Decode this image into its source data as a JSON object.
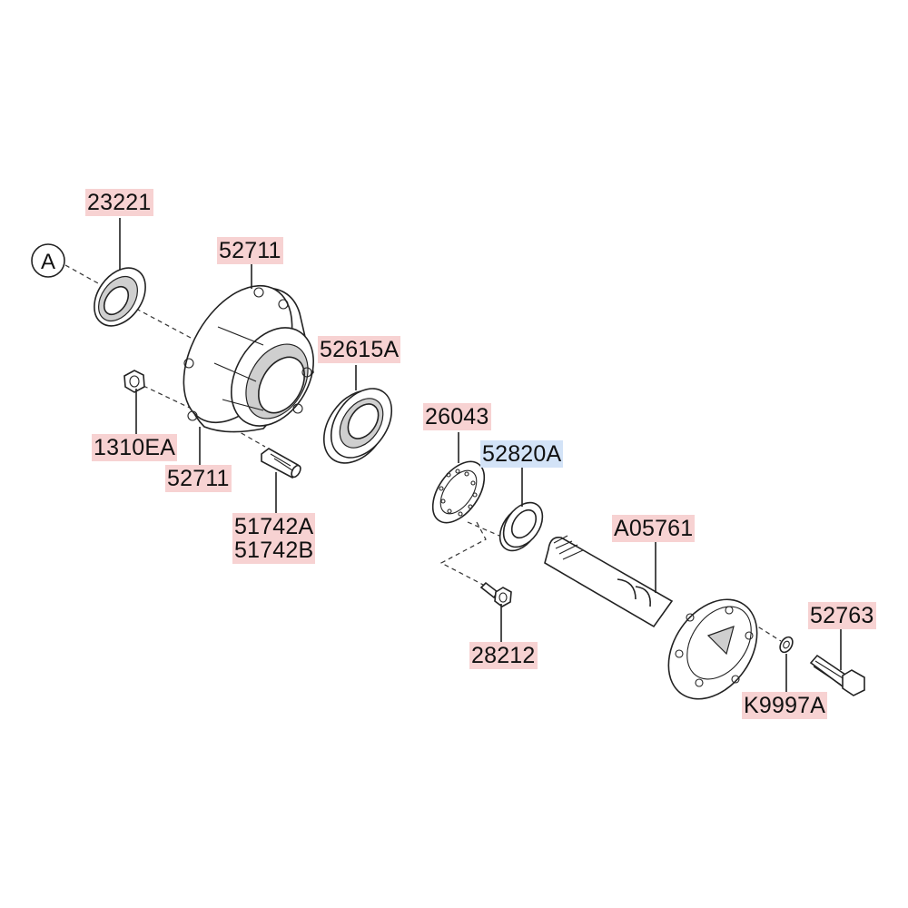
{
  "reference_marker": "A",
  "labels": {
    "p23221": "23221",
    "p52711_top": "52711",
    "p52615A": "52615A",
    "p1310EA": "1310EA",
    "p52711_bottom": "52711",
    "p51742A": "51742A",
    "p51742B": "51742B",
    "p26043": "26043",
    "p52820A": "52820A",
    "p28212": "28212",
    "pA05761": "A05761",
    "p52763": "52763",
    "pK9997A": "K9997A"
  },
  "colors": {
    "label_highlight": "#f7d2d2",
    "label_selected": "#d3e3f7",
    "line": "#222222"
  }
}
